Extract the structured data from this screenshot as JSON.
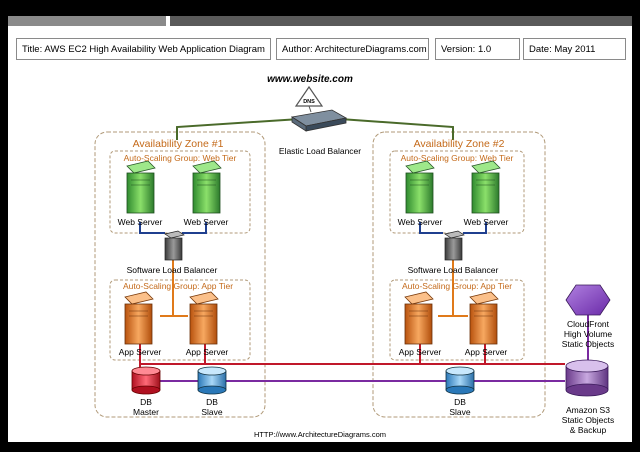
{
  "header": {
    "title": "Title: AWS EC2 High Availability Web Application Diagram",
    "author": "Author: ArchitectureDiagrams.com",
    "version": "Version: 1.0",
    "date": "Date: May 2011"
  },
  "diagram": {
    "website": "www.website.com",
    "dns": "DNS",
    "elb": "Elastic Load Balancer",
    "zones": [
      {
        "title": "Availability Zone #1",
        "web_group": "Auto-Scaling Group: Web Tier",
        "app_group": "Auto-Scaling Group: App Tier",
        "web_servers": [
          "Web Server",
          "Web Server"
        ],
        "slb": "Software Load Balancer",
        "app_servers": [
          "App Server",
          "App Server"
        ]
      },
      {
        "title": "Availability Zone #2",
        "web_group": "Auto-Scaling Group: Web Tier",
        "app_group": "Auto-Scaling Group: App Tier",
        "web_servers": [
          "Web Server",
          "Web Server"
        ],
        "slb": "Software Load Balancer",
        "app_servers": [
          "App Server",
          "App Server"
        ]
      }
    ],
    "db_master": [
      "DB",
      "Master"
    ],
    "db_slave_1": [
      "DB",
      "Slave"
    ],
    "db_slave_2": [
      "DB",
      "Slave"
    ],
    "cloudfront": [
      "CloudFront",
      "High Volume",
      "Static Objects"
    ],
    "s3": [
      "Amazon S3",
      "Static Objects",
      "& Backup"
    ]
  },
  "footer": "HTTP://www.ArchitectureDiagrams.com",
  "colors": {
    "zone_border": "#b19a79",
    "zone_title": "#c46a1a",
    "group_title": "#c46a1a",
    "elb_link": "#4a6a2a",
    "web_link": "#1f3f8f",
    "app_link": "#e07a1a",
    "db_link": "#c0182a",
    "replication_link": "#7a2aa0"
  }
}
